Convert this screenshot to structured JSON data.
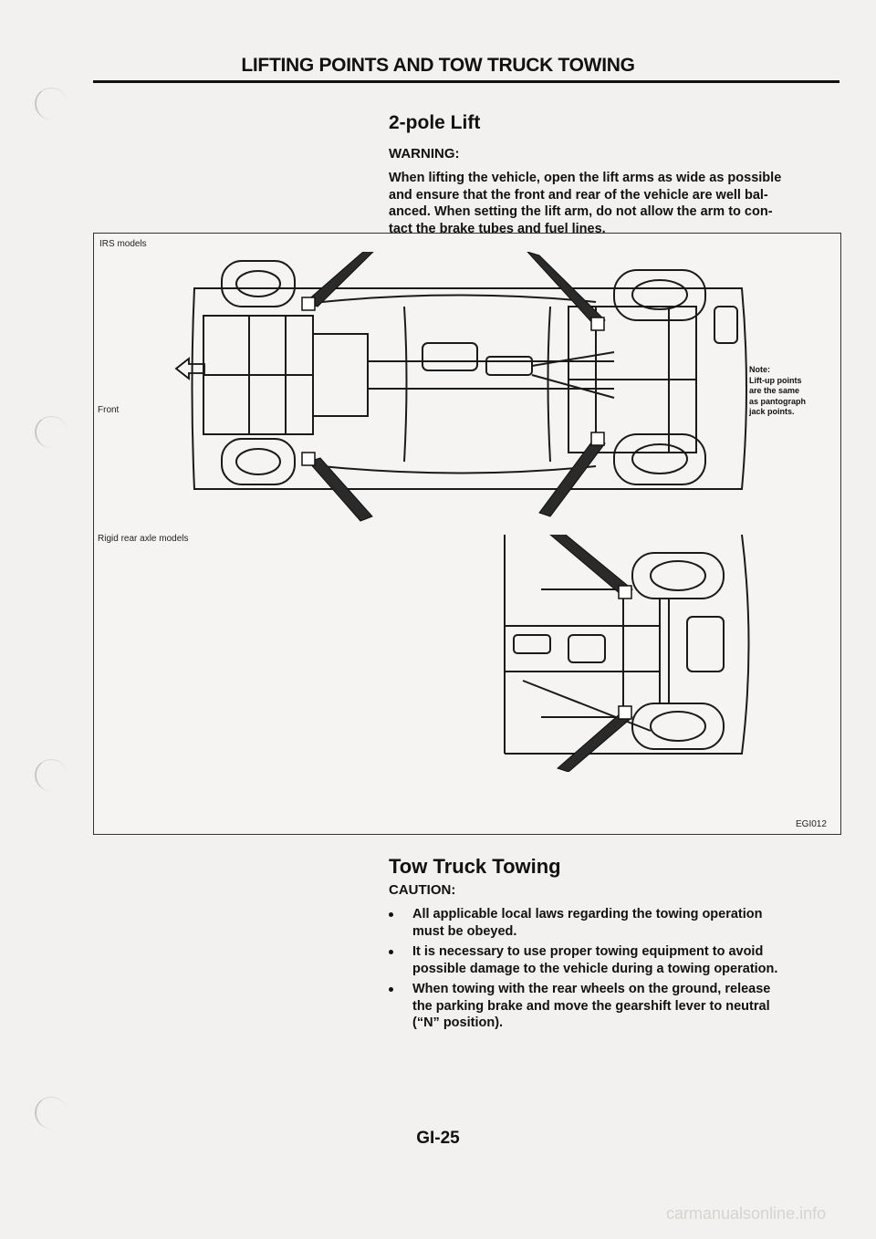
{
  "header": {
    "title": "LIFTING POINTS AND TOW TRUCK TOWING"
  },
  "lift_section": {
    "title": "2-pole Lift",
    "warning_label": "WARNING:",
    "warning_lines": [
      "When lifting the vehicle, open the lift arms as wide as possible",
      "and ensure that the front and rear of the vehicle are well bal-",
      "anced. When setting the lift arm, do not allow the arm to con-",
      "tact the brake tubes and fuel lines."
    ]
  },
  "figure": {
    "irs_label": "IRS models",
    "front_label": "Front",
    "rigid_label": "Rigid rear axle models",
    "note_lines": [
      "Note:",
      "Lift-up points",
      "are the same",
      "as pantograph",
      "jack points."
    ],
    "figure_code": "EGI012",
    "front_arrow_icon": "arrow-left-icon"
  },
  "tow_section": {
    "title": "Tow Truck Towing",
    "caution_label": "CAUTION:",
    "bullets": [
      [
        "All applicable local laws regarding the towing operation",
        "must be obeyed."
      ],
      [
        "It is necessary to use proper towing equipment to avoid",
        "possible damage to the vehicle during a towing operation."
      ],
      [
        "When towing with the rear wheels on the ground, release",
        "the parking brake and move the gearshift lever to neutral",
        "(“N” position)."
      ]
    ]
  },
  "footer": {
    "page_number": "GI-25",
    "watermark": "carmanualsonline.info"
  }
}
